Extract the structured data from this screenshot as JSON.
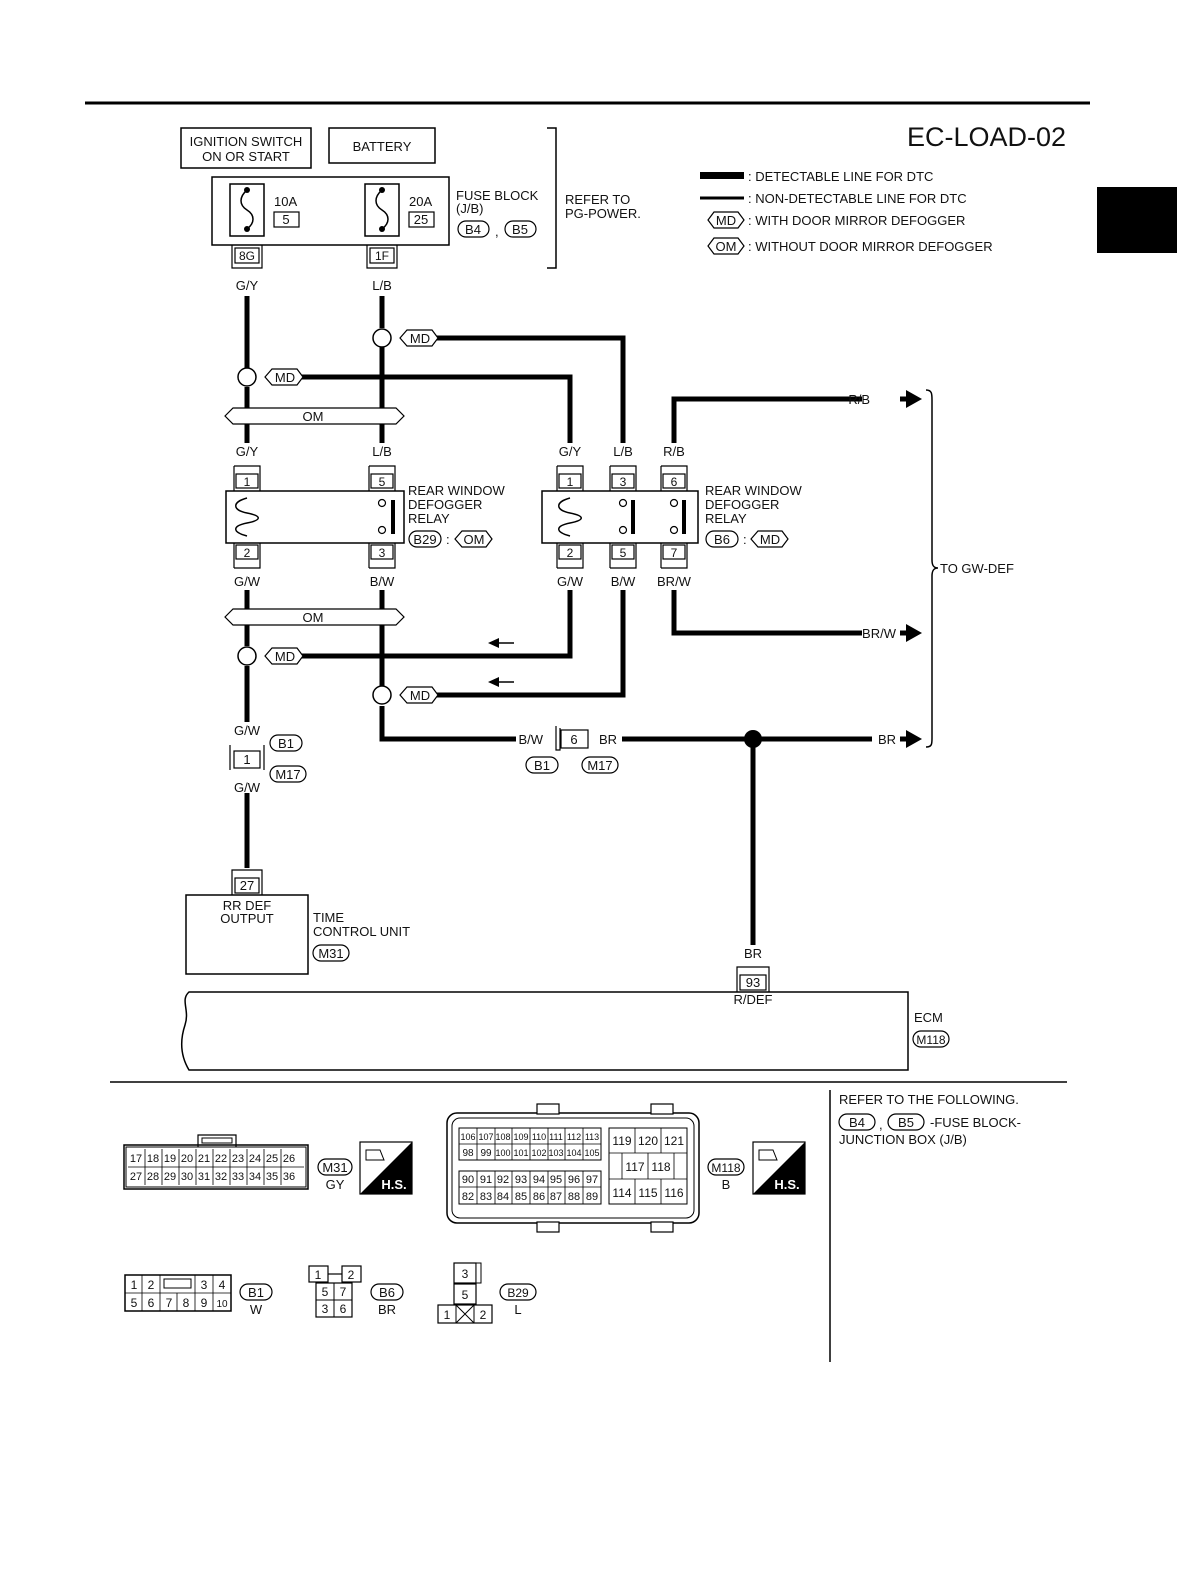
{
  "diagram_code": "EC-LOAD-02",
  "legend": {
    "detectable": ": DETECTABLE LINE FOR DTC",
    "non_detectable": ": NON-DETECTABLE LINE FOR DTC",
    "md_tag": "MD",
    "md_desc": ": WITH DOOR MIRROR DEFOGGER",
    "om_tag": "OM",
    "om_desc": ": WITHOUT DOOR MIRROR DEFOGGER"
  },
  "ignition_switch": {
    "line1": "IGNITION SWITCH",
    "line2": "ON OR START"
  },
  "battery": "BATTERY",
  "fuse_block": {
    "label1": "FUSE BLOCK",
    "label2": "(J/B)",
    "conn_a": "B4",
    "conn_b": "B5",
    "fuse1_amp": "10A",
    "fuse1_num": "5",
    "fuse2_amp": "20A",
    "fuse2_num": "25",
    "term1": "8G",
    "term2": "1F"
  },
  "refer_pg": {
    "line1": "REFER TO",
    "line2": "PG-POWER."
  },
  "wires": {
    "gy": "G/Y",
    "lb": "L/B",
    "rb": "R/B",
    "gw": "G/W",
    "bw": "B/W",
    "brw": "BR/W",
    "br": "BR"
  },
  "om_bar": "OM",
  "md_tag": "MD",
  "relay_left": {
    "pins": [
      "1",
      "5",
      "2",
      "3"
    ],
    "line1": "REAR WINDOW",
    "line2": "DEFOGGER",
    "line3": "RELAY",
    "conn": "B29",
    "colon": ":",
    "tag": "OM"
  },
  "relay_right": {
    "pins": [
      "1",
      "3",
      "6",
      "2",
      "5",
      "7"
    ],
    "line1": "REAR WINDOW",
    "line2": "DEFOGGER",
    "line3": "RELAY",
    "conn": "B6",
    "colon": ":",
    "tag": "MD"
  },
  "to_gw_def": "TO GW-DEF",
  "joint_b1_m17": {
    "pin": "1",
    "conn_a": "B1",
    "conn_b": "M17"
  },
  "joint_6": {
    "pin": "6",
    "conn_a": "B1",
    "conn_b": "M17"
  },
  "time_control": {
    "pin": "27",
    "inner1": "RR DEF",
    "inner2": "OUTPUT",
    "label1": "TIME",
    "label2": "CONTROL UNIT",
    "conn": "M31"
  },
  "ecm": {
    "pin": "93",
    "pin_label": "R/DEF",
    "label": "ECM",
    "conn": "M118"
  },
  "refer_following": {
    "line1": "REFER TO THE FOLLOWING.",
    "conn_a": "B4",
    "sep": ",",
    "conn_b": "B5",
    "desc1": "-FUSE BLOCK-",
    "desc2": "JUNCTION BOX (J/B)"
  },
  "connectors": {
    "m31": {
      "id": "M31",
      "color": "GY",
      "row1": [
        "17",
        "18",
        "19",
        "20",
        "21",
        "22",
        "23",
        "24",
        "25",
        "26"
      ],
      "row2": [
        "27",
        "28",
        "29",
        "30",
        "31",
        "32",
        "33",
        "34",
        "35",
        "36"
      ],
      "hs": "H.S."
    },
    "m118": {
      "id": "M118",
      "color": "B",
      "row1": [
        "106",
        "107",
        "108",
        "109",
        "110",
        "111",
        "112",
        "113"
      ],
      "row2": [
        "98",
        "99",
        "100",
        "101",
        "102",
        "103",
        "104",
        "105"
      ],
      "row3": [
        "90",
        "91",
        "92",
        "93",
        "94",
        "95",
        "96",
        "97"
      ],
      "row4": [
        "82",
        "83",
        "84",
        "85",
        "86",
        "87",
        "88",
        "89"
      ],
      "right1": [
        "119",
        "120",
        "121"
      ],
      "right2": [
        "117",
        "118"
      ],
      "right3": [
        "114",
        "115",
        "116"
      ],
      "hs": "H.S."
    },
    "b1": {
      "id": "B1",
      "color": "W",
      "row1": [
        "1",
        "2",
        "3",
        "4"
      ],
      "row2": [
        "5",
        "6",
        "7",
        "8",
        "9",
        "10"
      ]
    },
    "b6": {
      "id": "B6",
      "color": "BR",
      "row1": [
        "1",
        "2"
      ],
      "row2": [
        "5",
        "7"
      ],
      "row3": [
        "3",
        "6"
      ]
    },
    "b29": {
      "id": "B29",
      "color": "L",
      "p3": "3",
      "p5": "5",
      "p1": "1",
      "p2": "2"
    }
  }
}
